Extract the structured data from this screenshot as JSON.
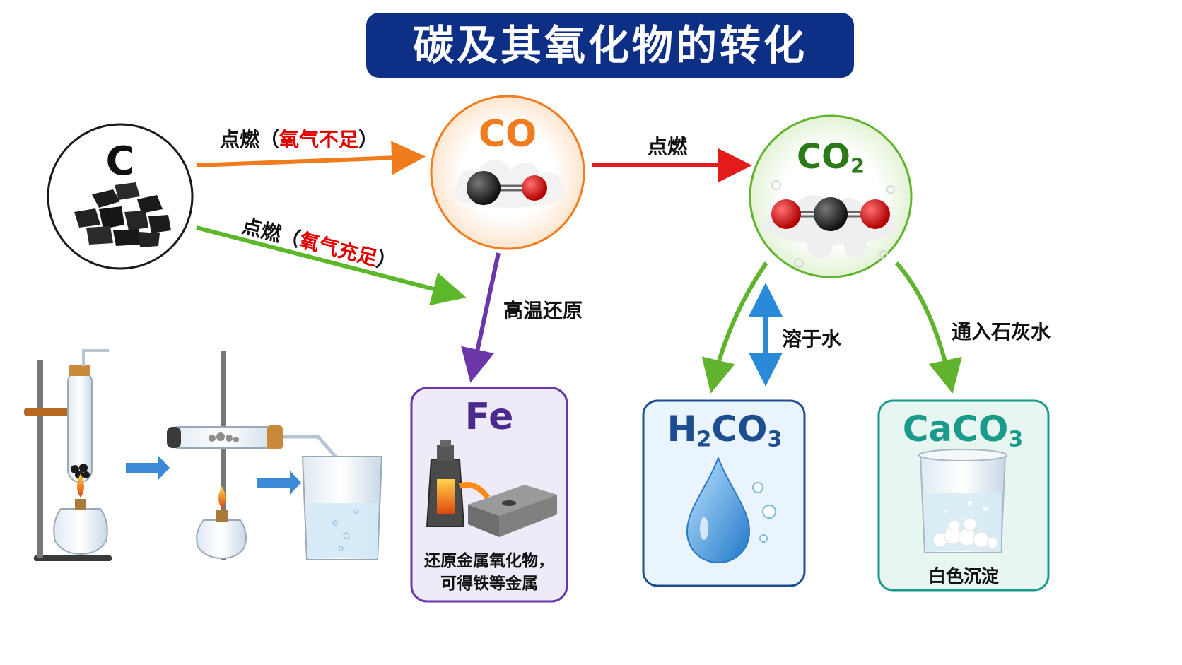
{
  "title": "碳及其氧化物的转化",
  "nodes": {
    "c": "C",
    "co": "CO",
    "co2": "CO",
    "co2_sub": "2",
    "fe": "Fe",
    "fe_caption_line1": "还原金属氧化物，",
    "fe_caption_line2": "可得铁等金属",
    "h2co3_h": "H",
    "h2co3_2": "2",
    "h2co3_co": "CO",
    "h2co3_3": "3",
    "caco3_ca": "CaCO",
    "caco3_3": "3",
    "caco3_caption": "白色沉淀"
  },
  "edges": {
    "c_to_co_prefix": "点燃（",
    "c_to_co_cond": "氧气不足",
    "c_to_co_suffix": "）",
    "c_to_co2_prefix": "点燃（",
    "c_to_co2_cond": "氧气充足",
    "c_to_co2_suffix": "）",
    "co_to_co2": "点燃",
    "co_to_fe": "高温还原",
    "co2_h2co3": "溶于水",
    "co2_caco3": "通入石灰水"
  },
  "colors": {
    "title_bg": "#0e2f86",
    "c_to_co": "#f07c1e",
    "c_to_co2": "#5cb82a",
    "co_to_co2": "#e31b1b",
    "co_to_fe": "#6a36a8",
    "co2_green": "#5fb32d",
    "dissolve_blue": "#2a8ad8",
    "fe_purple": "#4b2a8c",
    "h2co3_blue": "#1d4e8f",
    "caco3_teal": "#1a9a8a"
  }
}
